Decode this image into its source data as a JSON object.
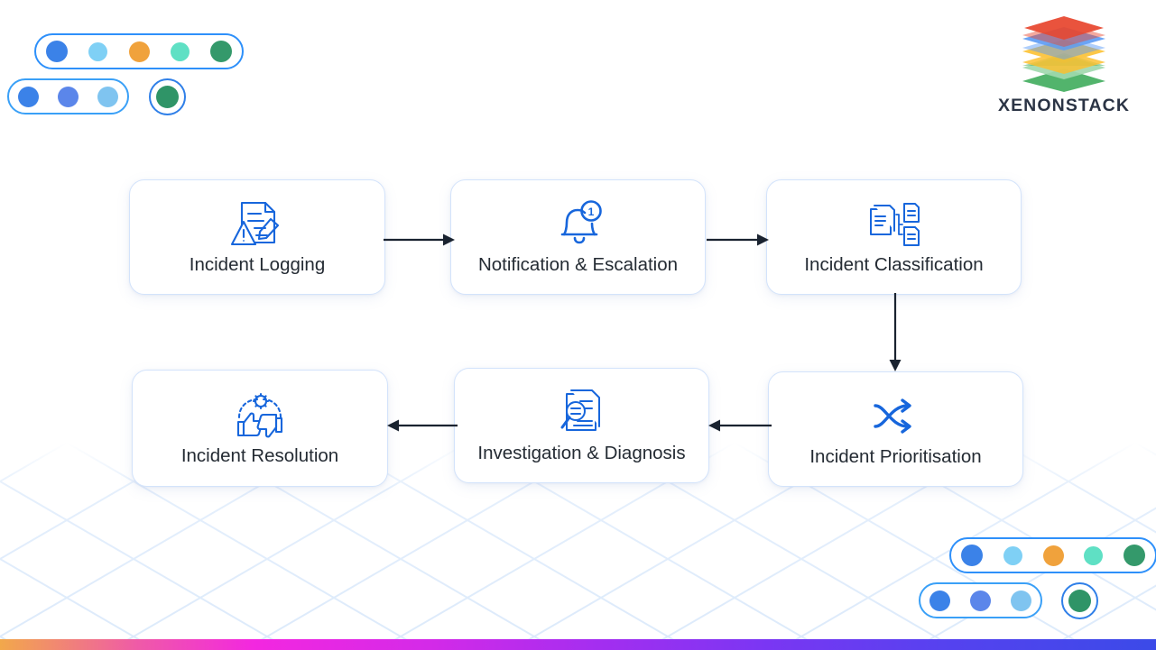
{
  "brand": {
    "name": "XENONSTACK",
    "logo_icon": "stacked-layers-logo",
    "layer_colors": [
      "#e8472f",
      "#5b9bf5",
      "#fcc02e",
      "#34a853"
    ]
  },
  "theme": {
    "icon_blue": "#1766dc",
    "card_border": "#d3e3fb",
    "card_bg": "#ffffff",
    "text": "#242b33",
    "arrow": "#1a2330",
    "lattice": "#dceafb",
    "page_bg": "#ffffff"
  },
  "bottom_bar": {
    "name": "gradient-accent-bar",
    "colors": [
      "#f2a84b",
      "#f327e0",
      "#a32ef0",
      "#3b4ae8"
    ]
  },
  "decorations": {
    "top_left": {
      "long_pill": {
        "dots": [
          "#3b82e8",
          "#7fd0f5",
          "#f0a23c",
          "#5fe0c4",
          "#34996b"
        ]
      },
      "short_pill": {
        "dots": [
          "#3b82e8",
          "#5b86ea",
          "#7fc4f0"
        ]
      },
      "single_pill": {
        "dots": [
          "#2f9467"
        ]
      }
    },
    "bottom_right": {
      "long_pill": {
        "dots": [
          "#3b82e8",
          "#7fd0f5",
          "#f0a23c",
          "#5fe0c4",
          "#34996b"
        ]
      },
      "short_pill": {
        "dots": [
          "#3b82e8",
          "#5b86ea",
          "#7fc4f0"
        ]
      },
      "single_pill": {
        "dots": [
          "#2f9467"
        ]
      }
    }
  },
  "flow": {
    "steps": [
      {
        "id": "incident-logging",
        "label": "Incident Logging",
        "icon": "document-pencil-alert-icon"
      },
      {
        "id": "notification-escalation",
        "label": "Notification & Escalation",
        "icon": "bell-badge-icon",
        "badge": "1"
      },
      {
        "id": "incident-classification",
        "label": "Incident Classification",
        "icon": "documents-branch-icon"
      },
      {
        "id": "incident-prioritisation",
        "label": "Incident Prioritisation",
        "icon": "shuffle-arrows-icon"
      },
      {
        "id": "investigation-diagnosis",
        "label": "Investigation & Diagnosis",
        "icon": "magnifier-document-icon"
      },
      {
        "id": "incident-resolution",
        "label": "Incident Resolution",
        "icon": "thumbs-gear-icon"
      }
    ],
    "connectors": [
      {
        "id": "logging-to-notification",
        "direction": "right"
      },
      {
        "id": "notification-to-classification",
        "direction": "right"
      },
      {
        "id": "classification-to-prioritisation",
        "direction": "down"
      },
      {
        "id": "prioritisation-to-investigation",
        "direction": "left"
      },
      {
        "id": "investigation-to-resolution",
        "direction": "left"
      }
    ]
  }
}
